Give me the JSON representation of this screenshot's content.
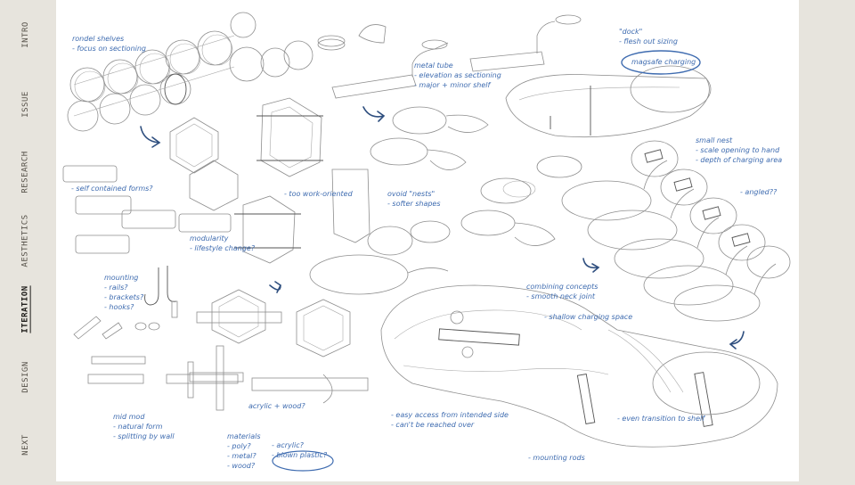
{
  "nav": {
    "items": [
      {
        "label": "INTRO",
        "active": false
      },
      {
        "label": "ISSUE",
        "active": false
      },
      {
        "label": "RESEARCH",
        "active": false
      },
      {
        "label": "AESTHETICS",
        "active": false
      },
      {
        "label": "ITERATION",
        "active": true
      },
      {
        "label": "DESIGN",
        "active": false
      },
      {
        "label": "NEXT",
        "active": false
      }
    ]
  },
  "notes": {
    "rondel": "rondel shelves\n- focus on sectioning",
    "metal_tube": "metal tube\n- elevation as sectioning\n- major + minor shelf",
    "dock": "\"dock\"\n- flesh out sizing",
    "magsafe": "magsafe charging",
    "small_nest": "small nest\n- scale opening to hand\n- depth of charging area",
    "angled": "- angled??",
    "self_contained": "- self contained forms?",
    "too_work": "- too work-oriented",
    "ovoid": "ovoid \"nests\"\n- softer shapes",
    "modularity": "modularity\n- lifestyle change?",
    "mounting": "mounting\n- rails?\n- brackets?\n- hooks?",
    "combining": "combining concepts\n- smooth neck joint",
    "shallow": "- shallow charging space",
    "midmod": "mid mod\n- natural form\n- splitting by wall",
    "acrylic_wood": "acrylic + wood?",
    "easy_access": "- easy access from intended side\n- can't be reached over",
    "even_transition": "- even transition to shelf",
    "materials": "materials\n- poly?\n- metal?\n- wood?",
    "acrylic_blown": "- acrylic?\n- blown plastic?",
    "mounting_rods": "- mounting rods"
  },
  "colors": {
    "note_ink": "#3f6cb0",
    "arrow_ink": "#2f4f7f",
    "sketch_line": "#8e8e8e",
    "sidebar_bg": "#e7e4dd",
    "canvas_bg": "#ffffff"
  }
}
